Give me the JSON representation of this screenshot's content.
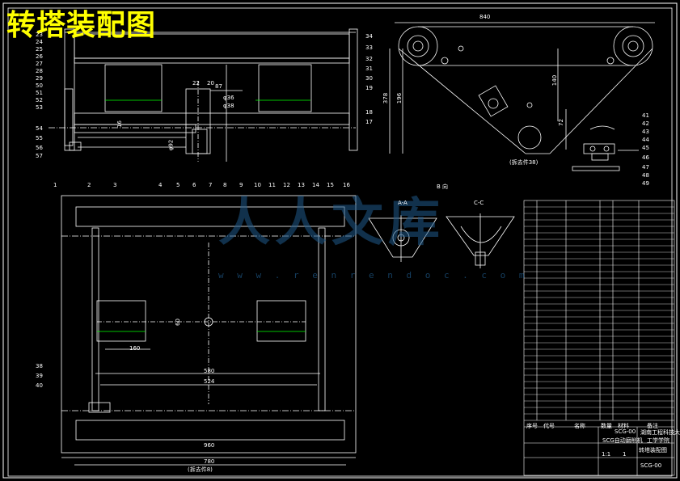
{
  "title": "转塔装配图",
  "watermark": {
    "text": "人人文库",
    "url": "w w w . r e n r e n d o c . c o m"
  },
  "section_labels": {
    "aa": "A-A",
    "cc": "C-C",
    "detail_b": "B 向"
  },
  "view_captions": {
    "bottom_view": "(拆去件8)",
    "side_view": "(拆去件38)"
  },
  "dimensions": {
    "top_width": "840",
    "side_height_a": "378",
    "side_height_b": "196",
    "side_height_c": "140",
    "side_height_d": "72",
    "plan_width_total": "960",
    "plan_width_inner": "780",
    "plan_dim_a": "580",
    "plan_dim_b": "524",
    "plan_dim_c": "160",
    "plan_dim_d": "60",
    "small_dims": [
      "22",
      "20",
      "87",
      "φ36",
      "φ38",
      "φ92",
      "16"
    ]
  },
  "part_numbers_left": [
    "23",
    "24",
    "25",
    "26",
    "27",
    "28",
    "29",
    "50",
    "51",
    "52",
    "53",
    "54",
    "55",
    "56",
    "57"
  ],
  "part_numbers_right": [
    "34",
    "33",
    "32",
    "31",
    "30",
    "19",
    "18",
    "17"
  ],
  "part_numbers_bottom": [
    "1",
    "2",
    "3",
    "4",
    "5",
    "6",
    "7",
    "8",
    "9",
    "10",
    "11",
    "12",
    "13",
    "14",
    "15",
    "16"
  ],
  "part_numbers_plan": [
    "38",
    "39",
    "40"
  ],
  "part_numbers_detail": [
    "41",
    "42",
    "43",
    "44",
    "45",
    "46",
    "47",
    "48",
    "49"
  ],
  "title_block": {
    "drawing_code": "SCG-00",
    "product": "SCG自动磨削机",
    "school": "湖南工程科技大学",
    "dept": "工学学院",
    "drawing_name": "转塔装配图",
    "scale": "1:1",
    "sheet": "1"
  },
  "bom_header": [
    "序号",
    "代号",
    "名称",
    "数量",
    "材料",
    "备注"
  ],
  "colors": {
    "background": "#000000",
    "line": "#ffffff",
    "title": "#ffff00",
    "accent": "#00ff00",
    "watermark": "#1f5a8a"
  }
}
